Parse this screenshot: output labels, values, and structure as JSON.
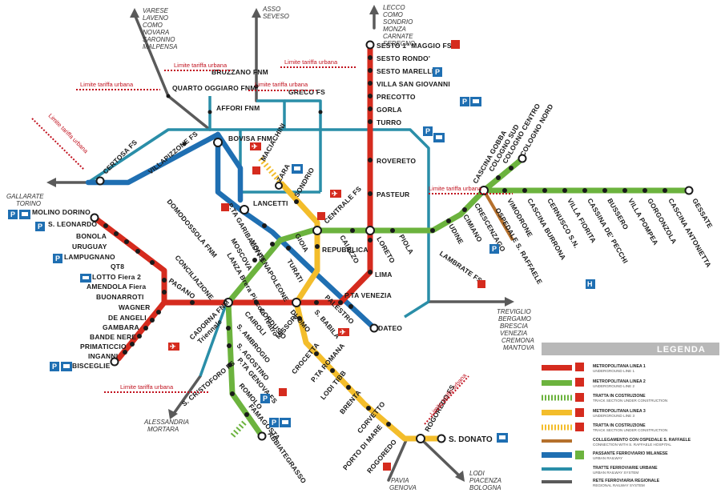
{
  "stations": {
    "sesto_1_maggio": "SESTO 1° MAGGIO FS",
    "sesto_rondo": "SESTO RONDO'",
    "sesto_marelli": "SESTO MARELLI",
    "villa_san_giovanni": "VILLA SAN GIOVANNI",
    "precotto": "PRECOTTO",
    "gorla": "GORLA",
    "turro": "TURRO",
    "rovereto": "ROVERETO",
    "pasteur": "PASTEUR",
    "loreto": "LORETO",
    "lima": "LIMA",
    "pta_venezia": "P.TA VENEZIA",
    "palestro": "PALESTRO",
    "s_babila": "S. BABILA",
    "duomo": "DUOMO",
    "cordusio": "CORDUSIO",
    "cairoli": "CAIROLI",
    "cadorna": "CADORNA FNM",
    "cadorna_sub": "Triennale",
    "conciliazione": "CONCILIAZIONE",
    "pagano": "PAGANO",
    "buonarroti": "BUONARROTI",
    "wagner": "WAGNER",
    "de_angeli": "DE ANGELI",
    "gambara": "GAMBARA",
    "bande_nere": "BANDE NERE",
    "primaticcio": "PRIMATICCIO",
    "inganni": "INGANNI",
    "bisceglie": "BISCEGLIE",
    "amendola": "AMENDOLA Fiera",
    "lotto": "LOTTO Fiera 2",
    "qt8": "QT8",
    "lampugnano": "LAMPUGNANO",
    "uruguay": "URUGUAY",
    "bonola": "BONOLA",
    "s_leonardo": "S. LEONARDO",
    "molino_dorino": "MOLINO DORINO",
    "gessate": "GESSATE",
    "cascina_antonietta": "CASCINA ANTONIETTA",
    "gorgonzola": "GORGONZOLA",
    "villa_pompea": "VILLA POMPEA",
    "bussero": "BUSSERO",
    "cascina_pecchi": "CASSINA DE' PECCHI",
    "villa_fiorita": "VILLA FIORITA",
    "cernusco": "CERNUSCO S.N.",
    "cascina_burrona": "CASCINA BURRONA",
    "vimodrone": "VIMODRONE",
    "cologno_nord": "COLOGNO NORD",
    "cologno_centro": "COLOGNO CENTRO",
    "cologno_sud": "COLOGNO SUD",
    "cascina_gobba": "CASCINA GOBBA",
    "ospedale": "OSPEDALE S. RAFFAELE",
    "crescenzago": "CRESCENZAGO",
    "cimiano": "CIMIANO",
    "udine": "UDINE",
    "lambrate": "LAMBRATE FS",
    "piola": "PIOLA",
    "caiazzo": "CAIAZZO",
    "centrale": "CENTRALE FS",
    "gioia": "GIOIA",
    "garibaldi": "P.TA GARIBALDI FS",
    "moscova": "MOSCOVA",
    "lanza": "LANZA Brera Piccolo Teatro",
    "s_ambrogio": "S. AMBROGIO",
    "s_agostino": "S. AGOSTINO",
    "pta_genova": "P.TA GENOVA FS",
    "romolo": "ROMOLO",
    "famagosta": "FAMAGOSTA",
    "abbiategrasso": "ABBIATEGRASSO",
    "sondrio": "SONDRIO",
    "zara": "ZARA",
    "repubblica": "REPUBBLICA",
    "turati": "TURATI",
    "montenapoleone": "MONTENAPOLEONE",
    "missori": "MISSORI",
    "crocetta": "CROCETTA",
    "pta_romana": "P.TA ROMANA",
    "lodi_tibb": "LODI TIBB",
    "brenta": "BRENTA",
    "corvetto": "CORVETTO",
    "porto_di_mare": "PORTO DI MARE",
    "rogoredo": "ROGOREDO",
    "rogoredo_fs": "ROGOREDO FS",
    "san_donato": "S. DONATO",
    "bovisa": "BOVISA FNM",
    "maciachini": "MACIACHINI",
    "lancetti": "LANCETTI",
    "dateo": "DATEO",
    "villapizzone": "VILLAPIZZONE FS",
    "certosa": "CERTOSA FS",
    "domodossola": "DOMODOSSOLA FNM",
    "quarto_oggiaro": "QUARTO OGGIARO FNM",
    "bruzzano": "BRUZZANO FNM",
    "affori": "AFFORI FNM",
    "greco": "GRECO FS",
    "s_cristoforo": "S. CRISTOFORO FS"
  },
  "destinations": {
    "northwest": [
      "VARESE",
      "LAVENO",
      "COMO",
      "NOVARA",
      "SARONNO",
      "MALPENSA"
    ],
    "north": [
      "ASSO",
      "SEVESO"
    ],
    "northeast": [
      "LECCO",
      "COMO",
      "SONDRIO",
      "MONZA",
      "CARNATE",
      "SEREGNO"
    ],
    "west": [
      "GALLARATE",
      "TORINO"
    ],
    "east": [
      "TREVIGLIO",
      "BERGAMO",
      "BRESCIA",
      "VENEZIA",
      "CREMONA",
      "MANTOVA"
    ],
    "southwest": [
      "ALESSANDRIA",
      "MORTARA"
    ],
    "south1": [
      "PAVIA",
      "GENOVA"
    ],
    "south2": [
      "LODI",
      "PIACENZA",
      "BOLOGNA"
    ]
  },
  "limit_label": "Limite tariffa urbana",
  "legend": {
    "title": "LEGENDA",
    "items": [
      {
        "title": "METROPOLITANA LINEA 1",
        "sub": "UNDERGROUND LINE 1"
      },
      {
        "title": "METROPOLITANA LINEA 2",
        "sub": "UNDERGROUND LINE 2"
      },
      {
        "title": "TRATTA IN COSTRUZIONE",
        "sub": "TRACK SECTION UNDER CONSTRUCTION"
      },
      {
        "title": "METROPOLITANA LINEA 3",
        "sub": "UNDERGROUND LINE 3"
      },
      {
        "title": "TRATTA IN COSTRUZIONE",
        "sub": "TRACK SECTION UNDER CONSTRUCTION"
      },
      {
        "title": "COLLEGAMENTO CON OSPEDALE S. RAFFAELE",
        "sub": "CONNECTION WITH S. RAFFAELE HOSPITAL"
      },
      {
        "title": "PASSANTE FERROVIARIO MILANESE",
        "sub": "URBAN RAILWAY"
      },
      {
        "title": "TRATTE FERROVIARIE URBANE",
        "sub": "URBAN RAILWAY SYSTEM"
      },
      {
        "title": "RETE FERROVIARIA REGIONALE",
        "sub": "REGIONAL RAILWAY SYSTEM"
      }
    ]
  },
  "icons": {
    "metro": "M",
    "parking": "P",
    "hospital": "H",
    "bus": "bus-icon",
    "train": "train-icon",
    "plane": "plane-icon"
  },
  "colors": {
    "line1": "#d52b1e",
    "line2": "#6cb33e",
    "line3": "#f3bd2b",
    "passante": "#1f6fb2",
    "urban_rail": "#2a8ea8",
    "regional": "#5a5a5a",
    "hospital_link": "#b5702c"
  }
}
